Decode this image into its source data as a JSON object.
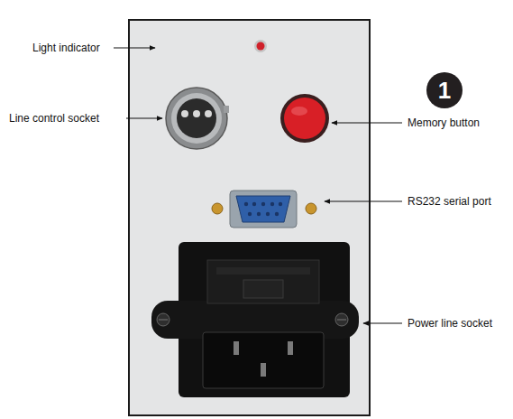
{
  "diagram": {
    "nodes": [
      {
        "text": [
          "1"
        ]
      }
    ],
    "labels": [
      "Light indicator",
      "Line control socket",
      "Memory button",
      "RS232 serial port",
      "Power line socket"
    ]
  }
}
